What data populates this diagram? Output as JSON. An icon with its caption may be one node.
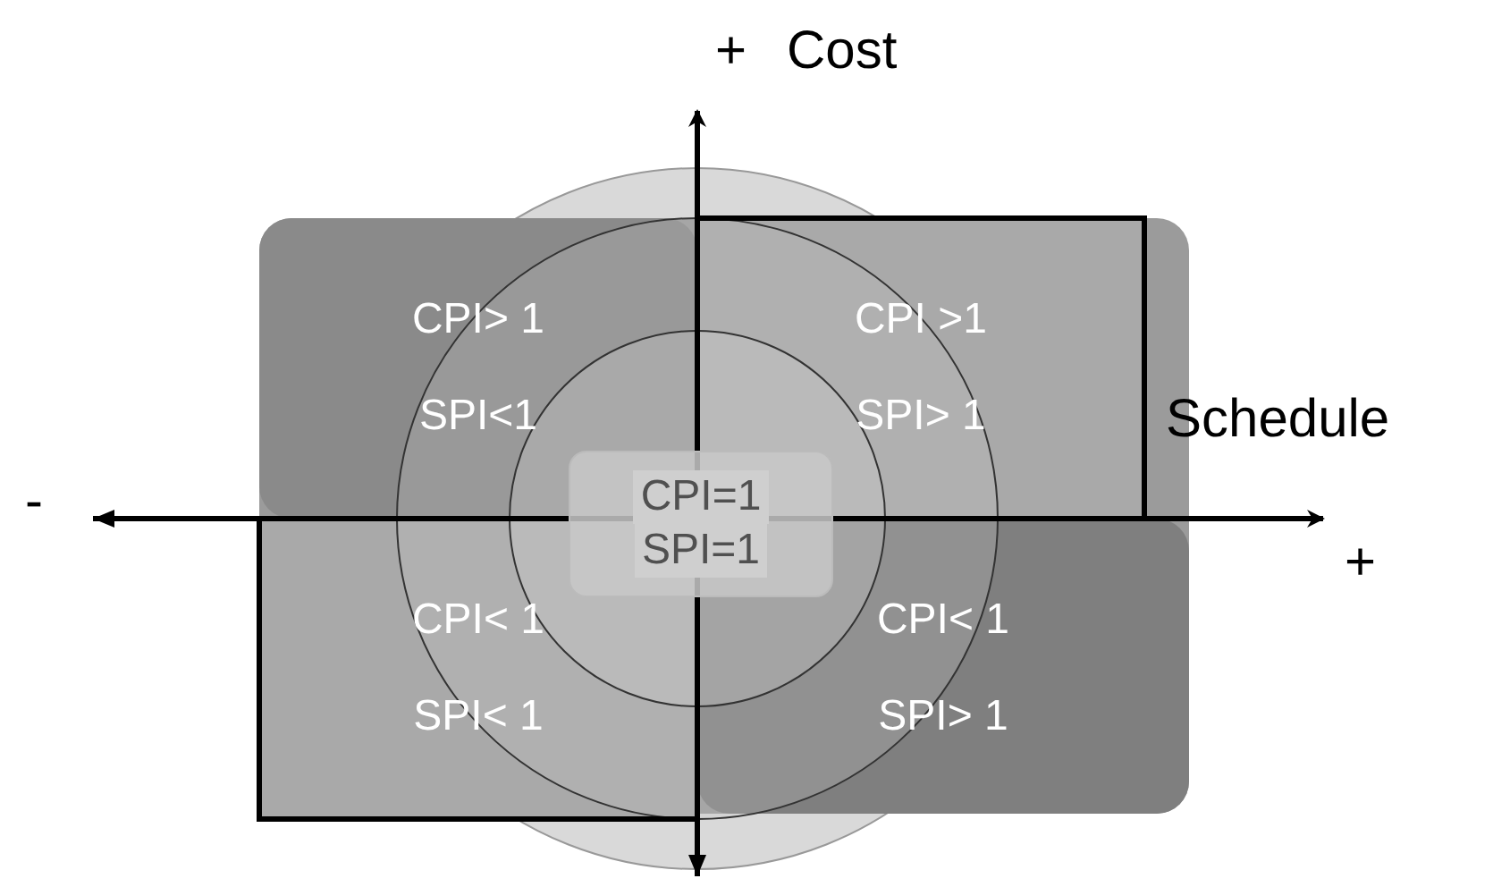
{
  "diagram": {
    "nodes": [
      {
        "text": [
          "CPI> 1",
          "SPI<1"
        ]
      },
      {
        "text": [
          "CPI >1",
          "SPI> 1"
        ]
      },
      {
        "text": [
          "CPI=1",
          "SPI=1"
        ]
      },
      {
        "text": [
          "CPI< 1",
          "SPI< 1"
        ]
      },
      {
        "text": [
          "CPI< 1",
          "SPI> 1"
        ]
      }
    ],
    "edges": [],
    "labels": [
      "+",
      "Cost",
      "Schedule",
      "+",
      "-"
    ]
  }
}
